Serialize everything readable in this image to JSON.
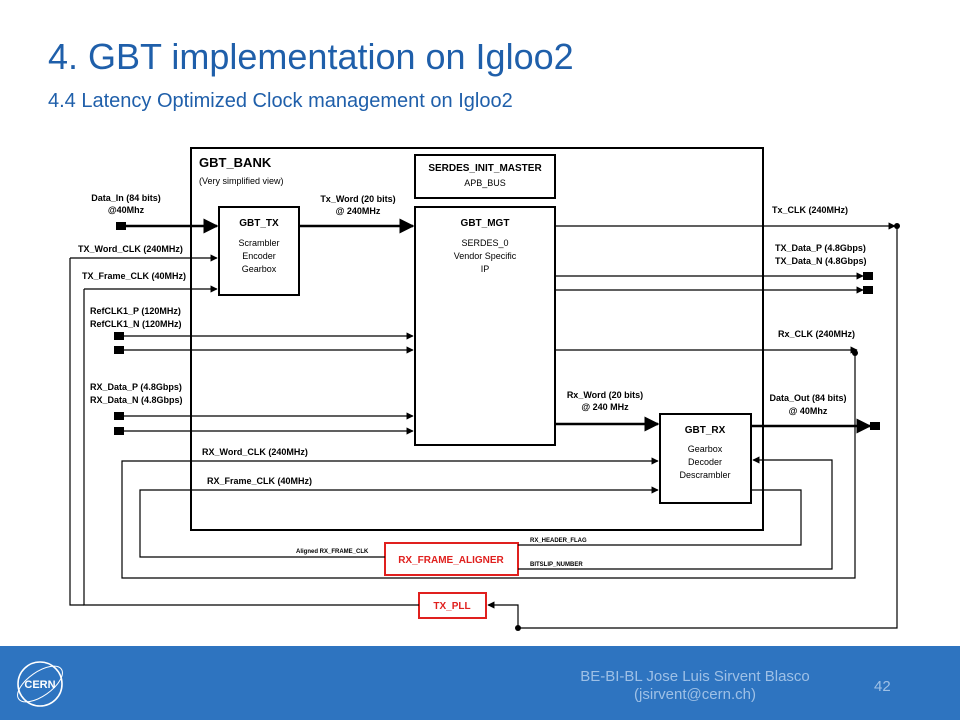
{
  "header": {
    "title": "4. GBT implementation on Igloo2",
    "subtitle": "4.4 Latency Optimized Clock management on Igloo2"
  },
  "diagram": {
    "bank": {
      "title": "GBT_BANK",
      "subtitle": "(Very simplified view)"
    },
    "serdes_init": {
      "title": "SERDES_INIT_MASTER",
      "sub": "APB_BUS"
    },
    "gbt_tx": {
      "title": "GBT_TX",
      "lines": [
        "Scrambler",
        "Encoder",
        "Gearbox"
      ]
    },
    "gbt_mgt": {
      "title": "GBT_MGT",
      "lines": [
        "SERDES_0",
        "Vendor Specific",
        "IP"
      ]
    },
    "gbt_rx": {
      "title": "GBT_RX",
      "lines": [
        "Gearbox",
        "Decoder",
        "Descrambler"
      ]
    },
    "rx_frame_aligner": {
      "title": "RX_FRAME_ALIGNER"
    },
    "tx_pll": {
      "title": "TX_PLL"
    },
    "signals": {
      "data_in_1": "Data_In (84 bits)",
      "data_in_2": "@40Mhz",
      "tx_word_clk": "TX_Word_CLK (240MHz)",
      "tx_frame_clk": "TX_Frame_CLK (40MHz)",
      "refclk_p": "RefCLK1_P (120MHz)",
      "refclk_n": "RefCLK1_N (120MHz)",
      "rx_data_p": "RX_Data_P (4.8Gbps)",
      "rx_data_n": "RX_Data_N (4.8Gbps)",
      "tx_word_1": "Tx_Word (20 bits)",
      "tx_word_2": "@ 240MHz",
      "tx_clk": "Tx_CLK (240MHz)",
      "tx_data_p": "TX_Data_P (4.8Gbps)",
      "tx_data_n": "TX_Data_N (4.8Gbps)",
      "rx_clk": "Rx_CLK (240MHz)",
      "rx_word_1": "Rx_Word (20 bits)",
      "rx_word_2": "@ 240 MHz",
      "data_out_1": "Data_Out (84 bits)",
      "data_out_2": "@ 40Mhz",
      "rx_word_clk": "RX_Word_CLK (240MHz)",
      "rx_frame_clk": "RX_Frame_CLK (40MHz)",
      "rx_header_flag": "RX_HEADER_FLAG",
      "bitslip_number": "BITSLIP_NUMBER",
      "aligned_rx_frame_clk": "Aligned RX_FRAME_CLK"
    },
    "colors": {
      "accent_red": "#e0201e",
      "title_blue": "#1f5faa",
      "footer_blue": "#2e74c0"
    }
  },
  "footer": {
    "author_line1": "BE-BI-BL Jose Luis Sirvent Blasco",
    "author_line2": "(jsirvent@cern.ch)",
    "page": "42",
    "logo_text": "CERN"
  }
}
